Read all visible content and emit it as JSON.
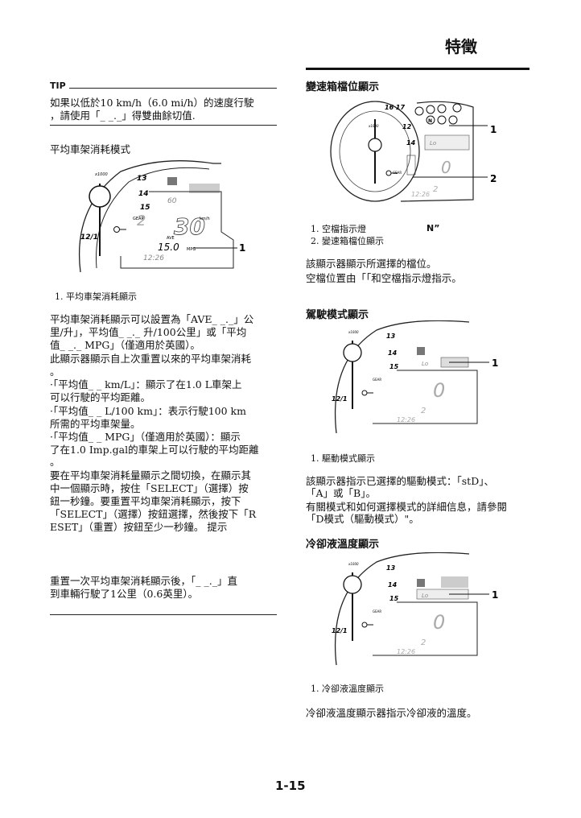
{
  "header": {
    "title": "特徵"
  },
  "tip": {
    "label": "TIP",
    "text1": "如果以低於10 km/h（6.0 mi/h）的速度行駛",
    "text2": "，請使用「_ _._」得雙曲餘切值."
  },
  "left": {
    "heading": "平均車架消耗模式",
    "figure_caption": "1. 平均車架消耗顯示",
    "figure": {
      "lcd_big": "30",
      "lcd_unit": "km/h",
      "lcd_ave_label": "AVE",
      "lcd_ave_value": "15.0",
      "lcd_ave_unit": "MPG",
      "lcd_clock": "12:26",
      "lcd_gear": "2",
      "lcd_top": "60",
      "gear_label": "GEAR",
      "callout": "1"
    },
    "p1": [
      "平均車架消耗顯示可以設置為「AVE_ _._」公",
      "里/升」，平均值_ _._ 升/100公里」或「平均",
      "值_ _._ MPG」（僅適用於英國）。"
    ],
    "p2": [
      "此顯示器顯示自上次重置以來的平均車架消耗",
      "。"
    ],
    "p3": [
      "·「平均值_ _ km/L」：顯示了在1.0 L車架上",
      "可以行駛的平均距離。"
    ],
    "p4": [
      "·「平均值_ _ L/100 km」：表示行駛100 km",
      "所需的平均車架量。"
    ],
    "p5": [
      "·「平均值_ _ MPG」（僅適用於英國）：顯示",
      "了在1.0 Imp.gal的車架上可以行駛的平均距離",
      "。"
    ],
    "p6": [
      "要在平均車架消耗量顯示之間切換，在顯示其",
      "中一個顯示時，按住「SELECT」（選擇）按",
      "鈕一秒鐘。要重置平均車架消耗顯示，按下",
      "「SELECT」（選擇）按鈕選擇，然後按下「R",
      "ESET」（重置）按鈕至少一秒鐘。 提示"
    ],
    "p7": [
      "重置一次平均車架消耗顯示後，「_ _._」直",
      "到車輛行駛了1公里（0.6英里）。"
    ]
  },
  "right": {
    "gear": {
      "heading": "變速箱檔位顯示",
      "caption1": "1. 空檔指示燈",
      "caption1_suffix": "N”",
      "caption2": "2. 變速箱檔位顯示",
      "p1": "該顯示器顯示所選擇的檔位。",
      "p2": "空檔位置由「「和空檔指示燈指示。",
      "callout1": "1",
      "callout2": "2",
      "lcd_gear": "2",
      "lcd_clock": "12:26",
      "lcd_mode": "Lo"
    },
    "drive": {
      "heading": "駕駛模式顯示",
      "caption": "1. 驅動模式顯示",
      "p1": "該顯示器指示已選擇的驅動模式：「stD」、",
      "p2": "「A」或「B」。",
      "p3": "有關模式和如何選擇模式的詳細信息，請參閱",
      "p4": "「D模式（驅動模式）\"。",
      "callout": "1",
      "lcd_mode": "Lo",
      "lcd_gear": "2",
      "lcd_clock": "12:26"
    },
    "coolant": {
      "heading": "冷卻液溫度顯示",
      "caption": "1. 冷卻液溫度顯示",
      "p1": "冷卻液溫度顯示器指示冷卻液的溫度。",
      "callout": "1",
      "lcd_temp": "Lo",
      "lcd_gear": "2",
      "lcd_clock": "12:26"
    }
  },
  "footer": {
    "page": "1-15"
  }
}
